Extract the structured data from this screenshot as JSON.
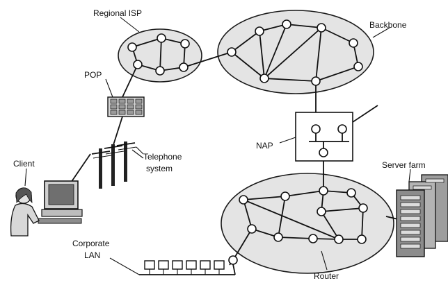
{
  "labels": {
    "regional_isp": "Regional ISP",
    "backbone": "Backbone",
    "pop": "POP",
    "nap": "NAP",
    "client": "Client",
    "telephone_line1": "Telephone",
    "telephone_line2": "system",
    "server_farm": "Server farm",
    "corporate_line1": "Corporate",
    "corporate_line2": "LAN",
    "router": "Router"
  },
  "colors": {
    "cloud_fill": "#e4e4e4",
    "stroke": "#111111",
    "node_fill": "#ffffff"
  }
}
